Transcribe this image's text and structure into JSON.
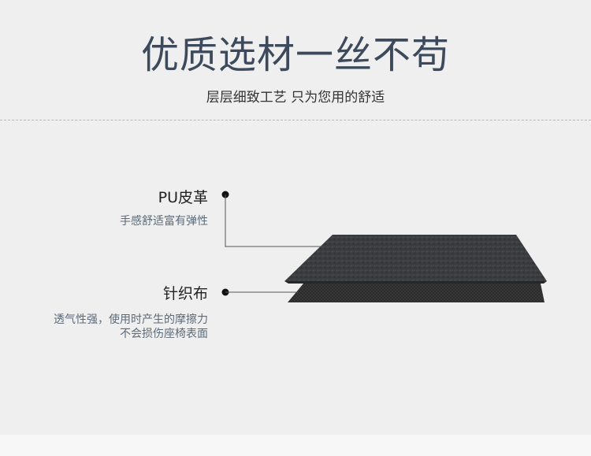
{
  "header": {
    "title": "优质选材一丝不苟",
    "subtitle": "层层细致工艺 只为您用的舒适"
  },
  "layers": [
    {
      "name": "PU皮革",
      "description": [
        "手感舒适富有弹性"
      ]
    },
    {
      "name": "针织布",
      "description": [
        "透气性强，使用时产生的摩擦力",
        "不会损伤座椅表面"
      ]
    }
  ],
  "colors": {
    "title": "#3c4a5c",
    "background": "#efefef",
    "leather": "#3a3b3e",
    "knit": "#2b2b2b"
  }
}
